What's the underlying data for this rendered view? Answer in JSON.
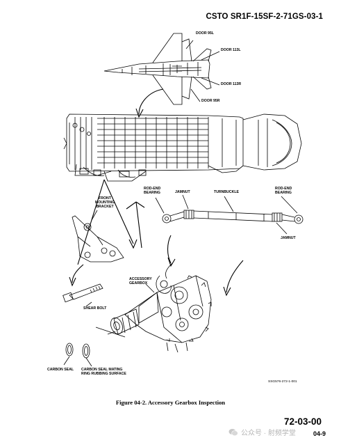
{
  "header": {
    "doc_id": "CSTO SR1F-15SF-2-71GS-03-1"
  },
  "callouts": {
    "door_95l": "DOOR 95L",
    "door_113l": "DOOR 113L",
    "door_113r": "DOOR 113R",
    "door_95r": "DOOR 95R",
    "rod_end_bearing_left": "ROD-END BEARING",
    "jamnut_top": "JAMNUT",
    "turnbuckle": "TURNBUCKLE",
    "rod_end_bearing_right": "ROD-END BEARING",
    "jamnut_bottom": "JAMNUT",
    "front_mounting_bracket": "FRONT MOUNTING BRACKET",
    "accessory_gearbox": "ACCESSORY GEARBOX",
    "shear_bolt": "SHEAR BOLT",
    "carbon_seal": "CARBON SEAL",
    "carbon_seal_mating": "CARBON SEAL MATING RING RUBBING SURFACE",
    "drawing_number": "SSG576-272-1-001"
  },
  "caption": "Figure 04-2. Accessory Gearbox Inspection",
  "footer": {
    "section": "72-03-00",
    "page": "04-9",
    "watermark": "公众号 · 射频学堂"
  }
}
